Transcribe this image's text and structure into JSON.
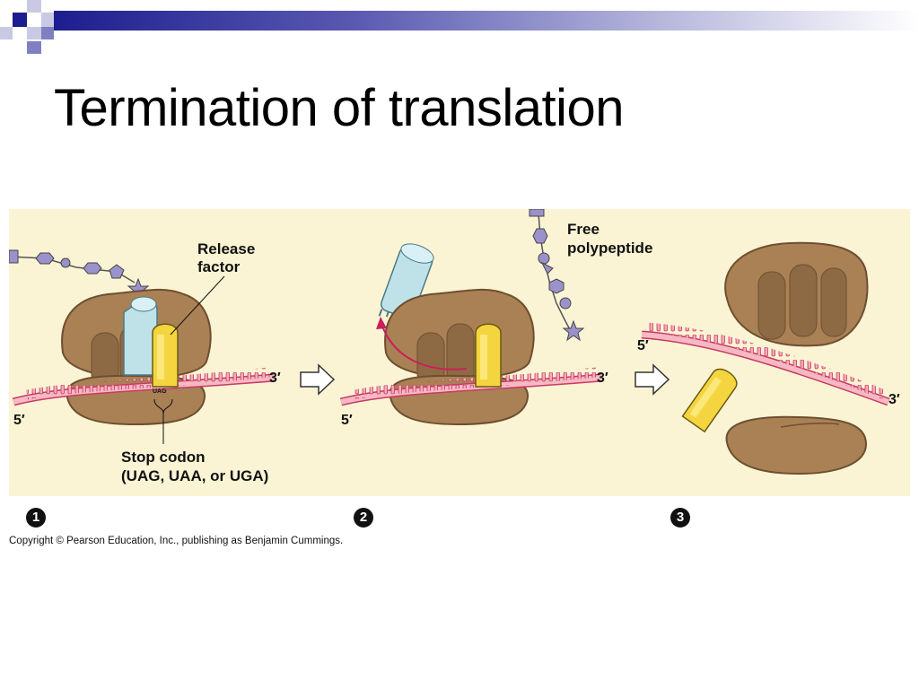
{
  "slide": {
    "title": "Termination of translation",
    "copyright": "Copyright © Pearson Education, Inc., publishing as Benjamin Cummings."
  },
  "figure": {
    "panel1": {
      "release_factor_line1": "Release",
      "release_factor_line2": "factor",
      "stop_codon_line1": "Stop codon",
      "stop_codon_line2": "(UAG, UAA, or UGA)",
      "three_prime": "3′",
      "five_prime": "5′",
      "codon_letters": "UAG"
    },
    "panel2": {
      "free_polypeptide_line1": "Free",
      "free_polypeptide_line2": "polypeptide",
      "three_prime": "3′",
      "five_prime": "5′"
    },
    "panel3": {
      "three_prime": "3′",
      "five_prime": "5′"
    },
    "steps": [
      "1",
      "2",
      "3"
    ]
  },
  "colors": {
    "background": "#fbf4d4",
    "ribosome": "#a98155",
    "ribosome_dark": "#6e4f30",
    "mrna": "#f6b9c4",
    "mrna_dark": "#c73a64",
    "trna": "#bfe2e8",
    "release_factor": "#f4d540",
    "polypeptide": "#9b92cc",
    "arrow": "#cc1f5a",
    "title_bar": "#1d1d8f"
  }
}
